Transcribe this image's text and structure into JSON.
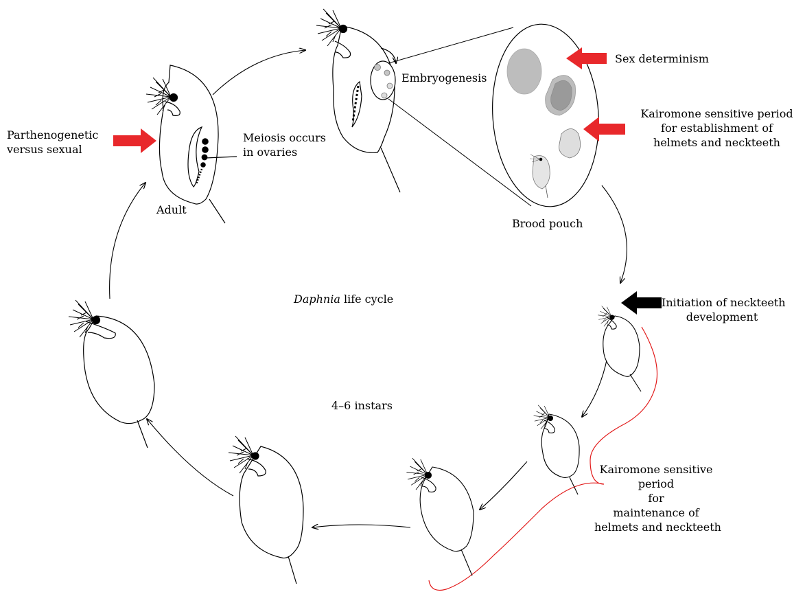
{
  "labels": {
    "parthenogenetic": [
      "Parthenogenetic",
      "versus sexual"
    ],
    "meiosis": [
      "Meiosis occurs",
      "in ovaries"
    ],
    "adult": "Adult",
    "embryogenesis": "Embryogenesis",
    "sex_determinism": "Sex determinism",
    "kairomone_establishment": [
      "Kairomone sensitive period",
      "for establishment of",
      "helmets and neckteeth"
    ],
    "brood_pouch": "Brood pouch",
    "initiation": [
      "Initiation of neckteeth",
      "development"
    ],
    "title_italic": "Daphnia",
    "title_rest": " life cycle",
    "instars": "4–6 instars",
    "kairomone_maintenance": [
      "Kairomone sensitive",
      "period",
      "for",
      "maintenance of",
      "helmets and neckteeth"
    ]
  },
  "colors": {
    "red_arrow": "#e8282b",
    "black_arrow": "#000000",
    "red_curve": "#e21a1a",
    "egg_grey": "#bdbdbd"
  }
}
